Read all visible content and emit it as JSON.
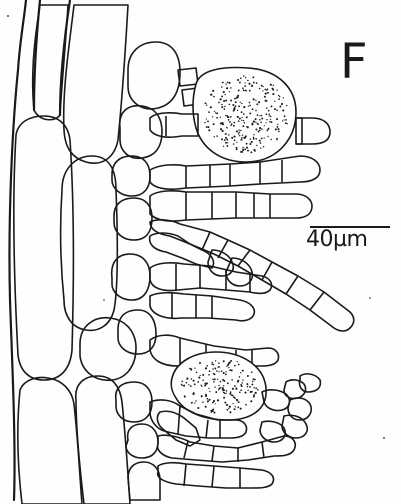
{
  "figure": {
    "panel_letter": "F",
    "scale_bar_label": "40µm",
    "icon": "algal-tissue-section-drawing",
    "line_color": "#1a1a1a",
    "background_color": "#fefefe"
  }
}
